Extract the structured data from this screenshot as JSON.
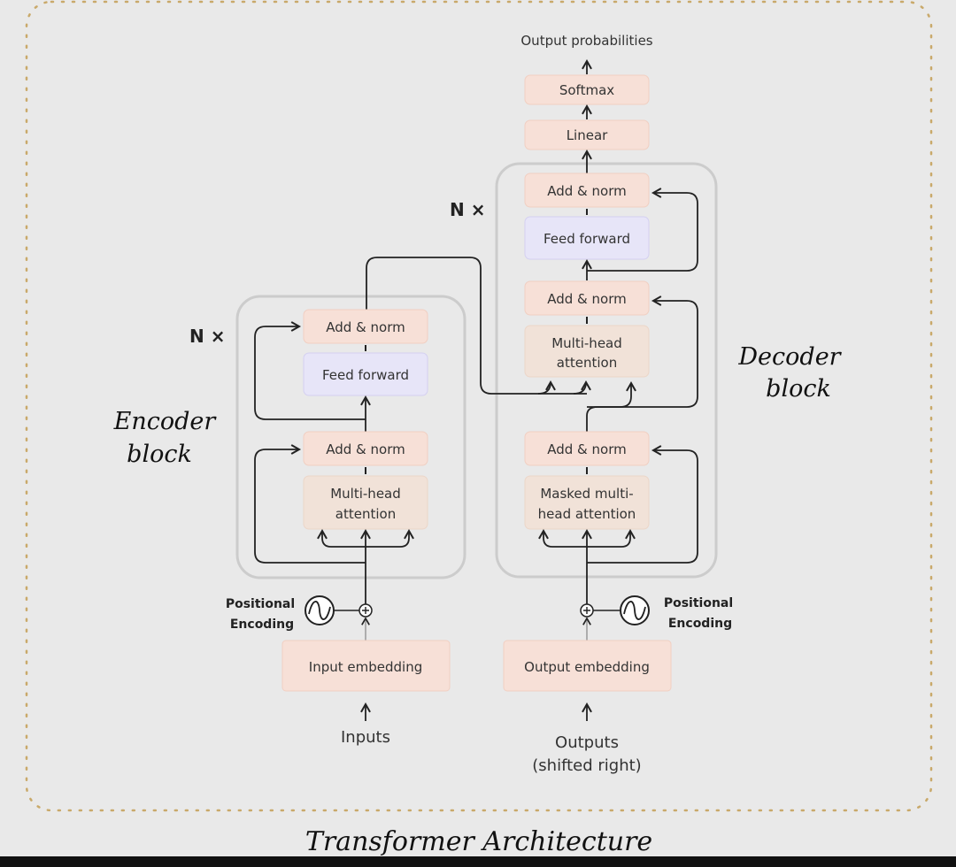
{
  "title": "Transformer Architecture",
  "colors": {
    "background": "#e9e9e9",
    "pink_box": "#f7e0d7",
    "pink_border": "#f1cfc2",
    "lavender_box": "#e7e5f8",
    "lavender_border": "#d4d0f1",
    "attention_box": "#f1e2d8",
    "block_border": "#cccccc",
    "frame_dots": "#c9a96a",
    "line": "#222222"
  },
  "top": {
    "output_probabilities": "Output probabilities",
    "softmax": "Softmax",
    "linear": "Linear"
  },
  "encoder": {
    "label_line1": "Encoder",
    "label_line2": "block",
    "nx": "N ×",
    "add_norm_top": "Add & norm",
    "feed_forward": "Feed forward",
    "add_norm_bottom": "Add & norm",
    "attention_line1": "Multi-head",
    "attention_line2": "attention",
    "positional_line1": "Positional",
    "positional_line2": "Encoding",
    "embedding": "Input embedding",
    "input": "Inputs"
  },
  "decoder": {
    "label_line1": "Decoder",
    "label_line2": "block",
    "nx": "N ×",
    "add_norm_top": "Add & norm",
    "feed_forward": "Feed forward",
    "add_norm_middle": "Add & norm",
    "cross_attention_line1": "Multi-head",
    "cross_attention_line2": "attention",
    "add_norm_bottom": "Add & norm",
    "masked_attention_line1": "Masked multi-",
    "masked_attention_line2": "head attention",
    "positional_line1": "Positional",
    "positional_line2": "Encoding",
    "embedding": "Output embedding",
    "output_line1": "Outputs",
    "output_line2": "(shifted right)"
  }
}
